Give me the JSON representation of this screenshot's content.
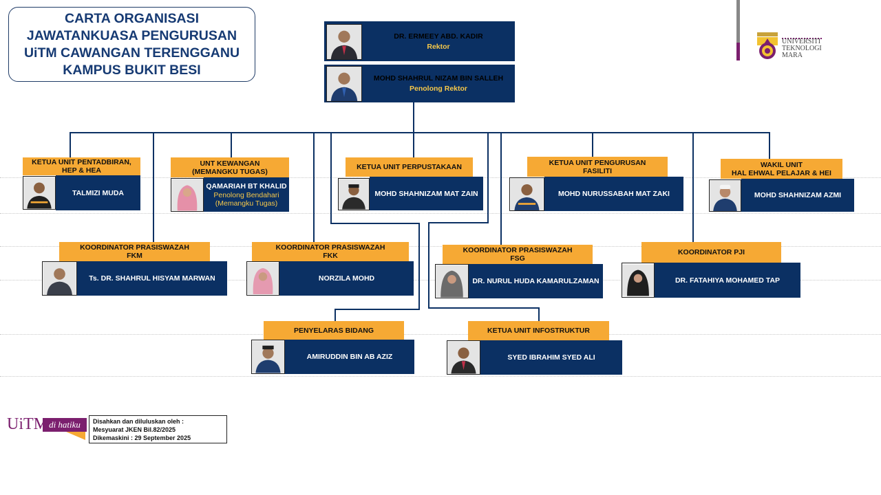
{
  "title": {
    "line1": "CARTA ORGANISASI",
    "line2": "JAWATANKUASA PENGURUSAN",
    "line3": "UiTM CAWANGAN TERENGGANU",
    "line4": "KAMPUS BUKIT BESI"
  },
  "logo": {
    "line1": "UNIVERSITI",
    "line2": "TEKNOLOGI",
    "line3": "MARA"
  },
  "rector": {
    "name": "DR. ERMEEY ABD. KADIR",
    "role": "Rektor"
  },
  "deputy": {
    "name": "MOHD SHAHRUL NIZAM BIN SALLEH",
    "role": "Penolong Rektor"
  },
  "units": {
    "admin": {
      "role1": "KETUA UNIT PENTADBIRAN,",
      "role2": "HEP & HEA",
      "name": "TALMIZI MUDA"
    },
    "finance": {
      "role1": "UNT KEWANGAN",
      "role2": "(MEMANGKU TUGAS)",
      "name": "QAMARIAH BT KHALID",
      "sub1": "Penolong Bendahari",
      "sub2": "(Memangku Tugas)"
    },
    "library": {
      "role1": "KETUA UNIT PERPUSTAKAAN",
      "name": "MOHD SHAHNIZAM MAT ZAIN"
    },
    "facility": {
      "role1": "KETUA UNIT PENGURUSAN",
      "role2": "FASILITI",
      "name": "MOHD NURUSSABAH MAT ZAKI"
    },
    "student": {
      "role1": "WAKIL UNIT",
      "role2": "HAL EHWAL PELAJAR & HEI",
      "name": "MOHD SHAHNIZAM AZMI"
    },
    "fkm": {
      "role1": "KOORDINATOR PRASISWAZAH",
      "role2": "FKM",
      "name": "Ts. DR. SHAHRUL HISYAM MARWAN"
    },
    "fkk": {
      "role1": "KOORDINATOR PRASISWAZAH",
      "role2": "FKK",
      "name": "NORZILA MOHD"
    },
    "fsg": {
      "role1": "KOORDINATOR PRASISWAZAH",
      "role2": "FSG",
      "name": "DR. NURUL HUDA KAMARULZAMAN"
    },
    "pji": {
      "role1": "KOORDINATOR PJI",
      "name": "DR. FATAHIYA MOHAMED TAP"
    },
    "bidang": {
      "role1": "PENYELARAS BIDANG",
      "name": "AMIRUDDIN BIN AB AZIZ"
    },
    "info": {
      "role1": "KETUA UNIT INFOSTRUKTUR",
      "name": "SYED IBRAHIM SYED ALI"
    }
  },
  "footer": {
    "brand": "UiTM",
    "tagline": "di hatiku",
    "approval1": "Disahkan dan diluluskan oleh :",
    "approval2": "Mesyuarat JKEN Bil.82/2025",
    "updated": "Dikemaskini : 29 September 2025"
  },
  "colors": {
    "navy": "#0b3063",
    "orange": "#f6a934",
    "purple": "#7b1f6e",
    "yellow": "#f6c84a"
  }
}
